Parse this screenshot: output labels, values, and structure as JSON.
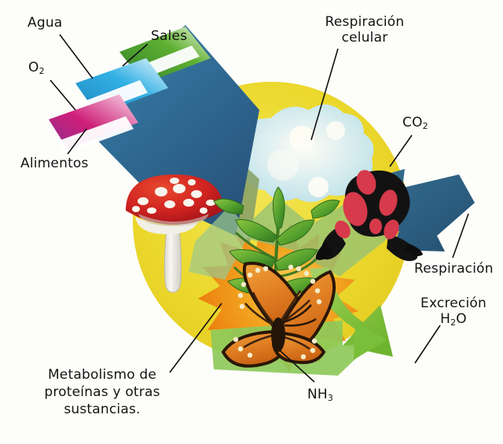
{
  "diagram": {
    "title": "Metabolismo celular en los seres vivos",
    "language": "es",
    "background_color": "#fdfdfa",
    "organisms": [
      {
        "name": "hongo",
        "common": "Amanita muscaria",
        "colors": [
          "#c8202a",
          "#f4f2ec"
        ]
      },
      {
        "name": "planta",
        "common": "planta verde",
        "colors": [
          "#4e9b2e",
          "#7fc23d"
        ]
      },
      {
        "name": "rana",
        "common": "rana venenosa",
        "colors": [
          "#111111",
          "#d83b4b"
        ]
      },
      {
        "name": "mariposa",
        "common": "mariposa monarca",
        "colors": [
          "#e2892c",
          "#2b1a0c",
          "#f3e6c0"
        ]
      }
    ]
  },
  "labels": {
    "agua": "Agua",
    "sales": "Sales",
    "o2_main": "O",
    "o2_sub": "2",
    "alimentos": "Alimentos",
    "respiracion_celular": "Respiración celular",
    "co2_main": "CO",
    "co2_sub": "2",
    "respiracion": "Respiración",
    "excrecion": "Excreción",
    "h2o_a": "H",
    "h2o_sub": "2",
    "h2o_b": "O",
    "nh3_main": "NH",
    "nh3_sub": "3",
    "metabolismo": "Metabolismo de proteínas y otras sustancias."
  },
  "colors": {
    "yellow_disc": "#e9d32a",
    "yellow_disc_light": "#f2e33f",
    "blue_arrow_dark": "#2c5f88",
    "blue_arrow_mid": "#3f7fa6",
    "cyan_band": "#2ea9dd",
    "green_band": "#5aa83a",
    "magenta_band": "#cc2a7f",
    "olive_arrow": "#8aa06a",
    "green_exit_arrow": "#7ec43f",
    "orange_burst": "#ef8a16",
    "orange_burst_light": "#f5c13c",
    "cloud_blue": "#bfe4f4",
    "text": "#141414",
    "leader_line": "#111111"
  },
  "flows": {
    "inputs": [
      "Agua",
      "Sales",
      "O2",
      "Alimentos"
    ],
    "center_process": "Respiración celular",
    "outputs": [
      "CO2 (Respiración)",
      "H2O (Excreción)",
      "NH3"
    ],
    "internal_process": "Metabolismo de proteínas y otras sustancias."
  }
}
